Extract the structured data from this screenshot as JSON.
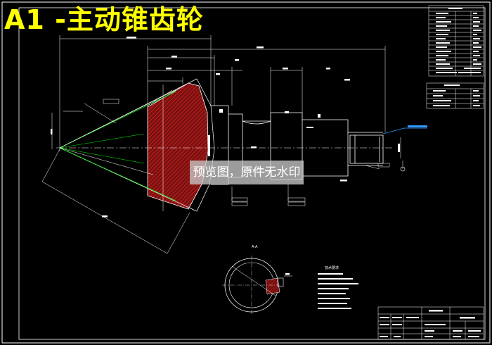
{
  "drawing": {
    "title": "A1 -主动锥齿轮",
    "watermark": "预览图，原件无水印",
    "section_label": "A-A",
    "tech_requirements_title": "技术要求"
  },
  "colors": {
    "background": "#000000",
    "title": "#ffff00",
    "lines": "#ffffff",
    "hatch": "#ff3030",
    "hatch_fill": "#7a1010",
    "pitch_line": "#00ff00",
    "dimension": "#e8e8e8",
    "leader": "#3399ff"
  }
}
